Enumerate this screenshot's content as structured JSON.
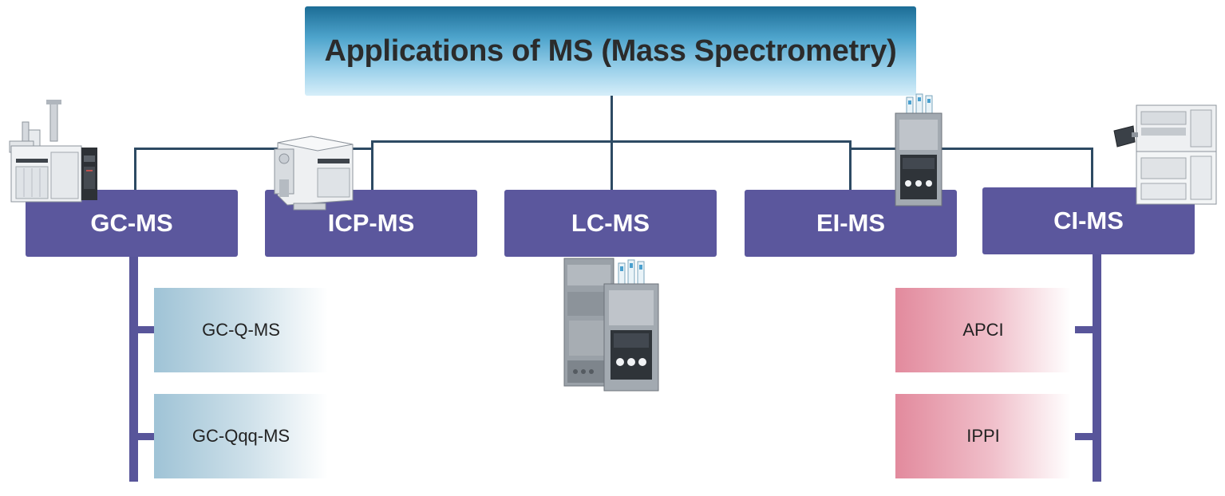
{
  "title": "Applications of MS (Mass Spectrometry)",
  "colors": {
    "category_fill": "#5b579d",
    "connector": "#2d4a63",
    "title_gradient_top": "#1c6d96",
    "title_gradient_bottom": "#d6eef9",
    "sub_blue": "#9fc3d6",
    "sub_pink": "#e28a9d"
  },
  "categories": [
    {
      "label": "GC-MS"
    },
    {
      "label": "ICP-MS"
    },
    {
      "label": "LC-MS"
    },
    {
      "label": "EI-MS"
    },
    {
      "label": "CI-MS"
    }
  ],
  "gc_subtypes": [
    {
      "label": "GC-Q-MS"
    },
    {
      "label": "GC-Qqq-MS"
    }
  ],
  "ci_subtypes": [
    {
      "label": "APCI"
    },
    {
      "label": "IPPI"
    }
  ],
  "icons": [
    "gc-instrument-icon",
    "icp-instrument-icon",
    "lc-instrument-icon",
    "hplc-instrument-icon",
    "ci-instrument-icon"
  ]
}
